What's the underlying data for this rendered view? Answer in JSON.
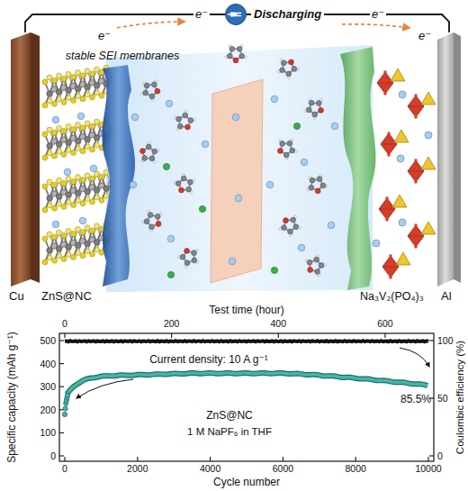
{
  "diagram": {
    "nodes": [
      {
        "text": [
          "Cu"
        ]
      },
      {
        "text": [
          "ZnS@NC"
        ]
      },
      {
        "text": [
          "Discharging"
        ]
      },
      {
        "text": [
          "Na₃V₂(PO₄)₃"
        ]
      },
      {
        "text": [
          "Al"
        ]
      }
    ],
    "edges": [
      {
        "from": 0,
        "to": 2,
        "arrow": "none"
      },
      {
        "from": 2,
        "to": 4,
        "arrow": "none"
      }
    ],
    "labels": [
      "e⁻",
      "e⁻",
      "e⁻",
      "e⁻",
      "stable SEI membranes",
      "Test time (hour)",
      "0",
      "200",
      "400",
      "600",
      "Specific capacity (mAh g⁻¹)",
      "500",
      "400",
      "300",
      "200",
      "100",
      "0",
      "Current density: 10 A g⁻¹",
      "ZnS@NC",
      "1 M NaPF₆ in THF",
      "85.5%",
      "0",
      "2000",
      "4000",
      "6000",
      "8000",
      "10000",
      "Cycle number",
      "Coulombic efficiency (%)",
      "100",
      "50",
      "0"
    ]
  }
}
